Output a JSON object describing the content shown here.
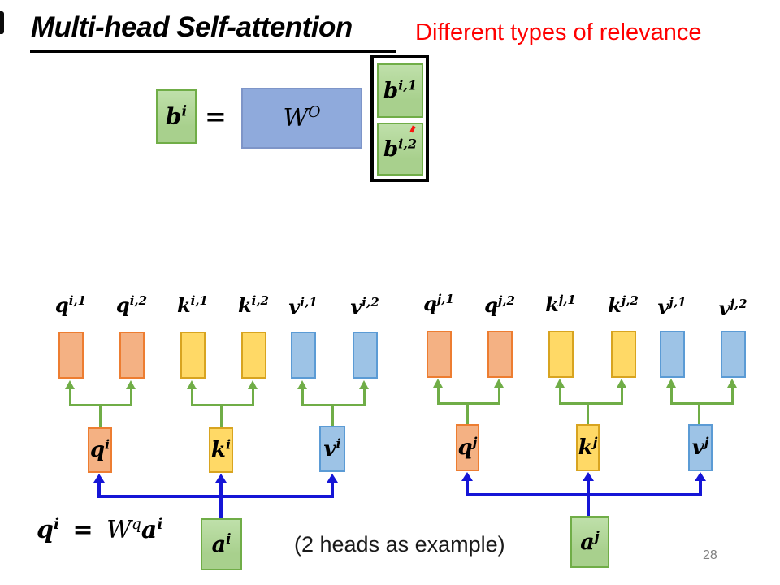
{
  "header": {
    "title": "Multi-head Self-attention",
    "subtitle": "Different types of relevance"
  },
  "colors": {
    "green-fill": "#A8D08D",
    "green-border": "#70AD47",
    "orange-fill": "#F4B183",
    "orange-border": "#ED7D31",
    "yellow-fill": "#FFD966",
    "yellow-border": "#D8A420",
    "blue-fill": "#9DC3E6",
    "blue-border": "#5B9BD5",
    "matrix-fill": "#8FAADC",
    "matrix-border": "#7E95C8",
    "arrow-green": "#70AD47",
    "arrow-blue": "#1515D6",
    "subtitle-red": "#FF0000",
    "page-gray": "#7F7F7F"
  },
  "top_equation": {
    "lhs": {
      "base": "b",
      "sup": "i"
    },
    "equals": "=",
    "matrix": {
      "base": "W",
      "sup": "O"
    },
    "stack": [
      {
        "base": "b",
        "sup": "i,1"
      },
      {
        "base": "b",
        "sup": "i,2"
      }
    ]
  },
  "bottom_equation": {
    "lhs": {
      "base": "q",
      "sup": "i"
    },
    "equals": "=",
    "matrix": {
      "base": "W",
      "sup": "q"
    },
    "rhs": {
      "base": "a",
      "sup": "i"
    }
  },
  "caption": "(2 heads as example)",
  "page_number": "28",
  "diagram": {
    "left": {
      "heads": [
        {
          "base": "q",
          "sup": "i,1"
        },
        {
          "base": "q",
          "sup": "i,2"
        },
        {
          "base": "k",
          "sup": "i,1"
        },
        {
          "base": "k",
          "sup": "i,2"
        },
        {
          "base": "v",
          "sup": "i,1"
        },
        {
          "base": "v",
          "sup": "i,2"
        }
      ],
      "mids": [
        {
          "base": "q",
          "sup": "i"
        },
        {
          "base": "k",
          "sup": "i"
        },
        {
          "base": "v",
          "sup": "i"
        }
      ],
      "input": {
        "base": "a",
        "sup": "i"
      }
    },
    "right": {
      "heads": [
        {
          "base": "q",
          "sup": "j,1"
        },
        {
          "base": "q",
          "sup": "j,2"
        },
        {
          "base": "k",
          "sup": "j,1"
        },
        {
          "base": "k",
          "sup": "j,2"
        },
        {
          "base": "v",
          "sup": "j,1"
        },
        {
          "base": "v",
          "sup": "j,2"
        }
      ],
      "mids": [
        {
          "base": "q",
          "sup": "j"
        },
        {
          "base": "k",
          "sup": "j"
        },
        {
          "base": "v",
          "sup": "j"
        }
      ],
      "input": {
        "base": "a",
        "sup": "j"
      }
    }
  }
}
